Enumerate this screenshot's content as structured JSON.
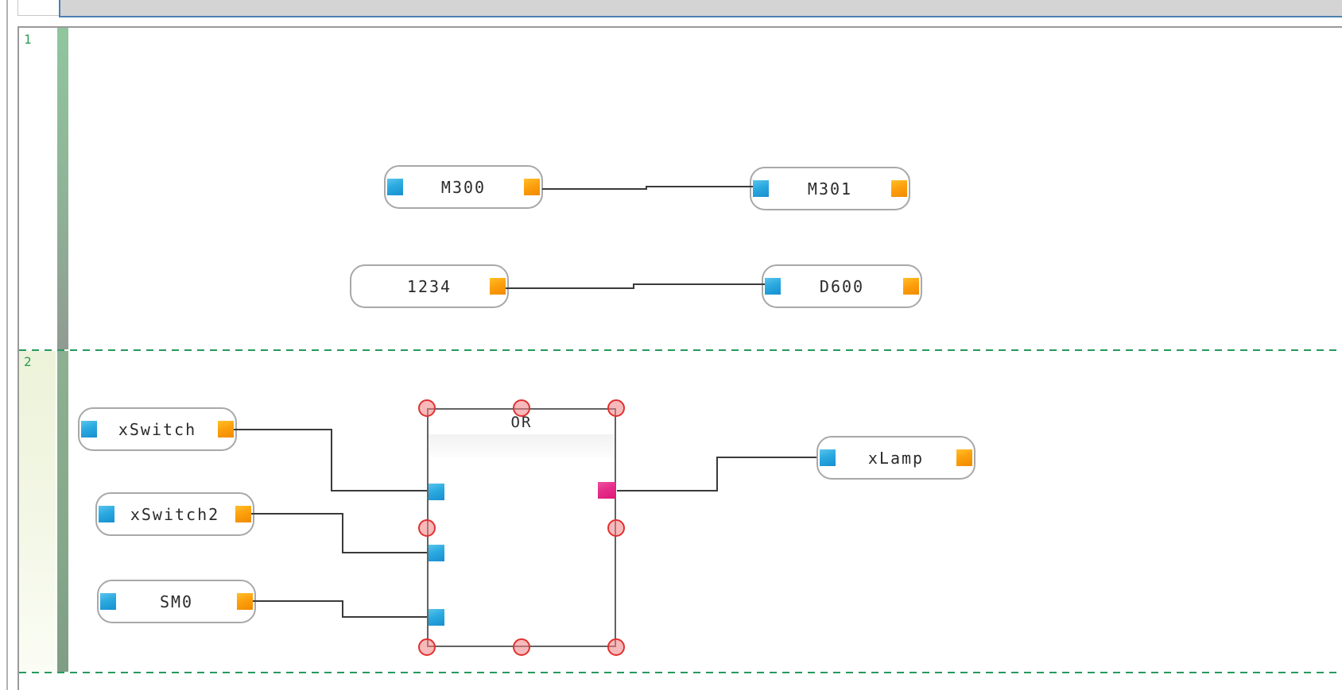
{
  "editor": {
    "networks": [
      {
        "number": "1",
        "selected": false,
        "elements": [
          {
            "type": "variable",
            "label": "M300"
          },
          {
            "type": "variable",
            "label": "M301"
          },
          {
            "type": "constant",
            "label": "1234"
          },
          {
            "type": "variable",
            "label": "D600"
          }
        ]
      },
      {
        "number": "2",
        "selected": true,
        "elements": [
          {
            "type": "variable",
            "label": "xSwitch"
          },
          {
            "type": "variable",
            "label": "xSwitch2"
          },
          {
            "type": "variable",
            "label": "SM0"
          },
          {
            "type": "function_block",
            "label": "OR"
          },
          {
            "type": "variable",
            "label": "xLamp"
          }
        ]
      }
    ]
  },
  "colors": {
    "input_pin_blue": "#2aa9e0",
    "output_pin_orange": "#fda00d",
    "fb_output_pin_magenta": "#e52d8a",
    "selection_handle_red": "#e03131",
    "network_number_green": "#2f9c58",
    "network_selection_dashed_green": "#27995c",
    "power_rail_green": "#86a98b",
    "header_selection_blue": "#4c7fb0",
    "wire": "#3a3a3a",
    "panel_border": "#9a9a9a"
  }
}
